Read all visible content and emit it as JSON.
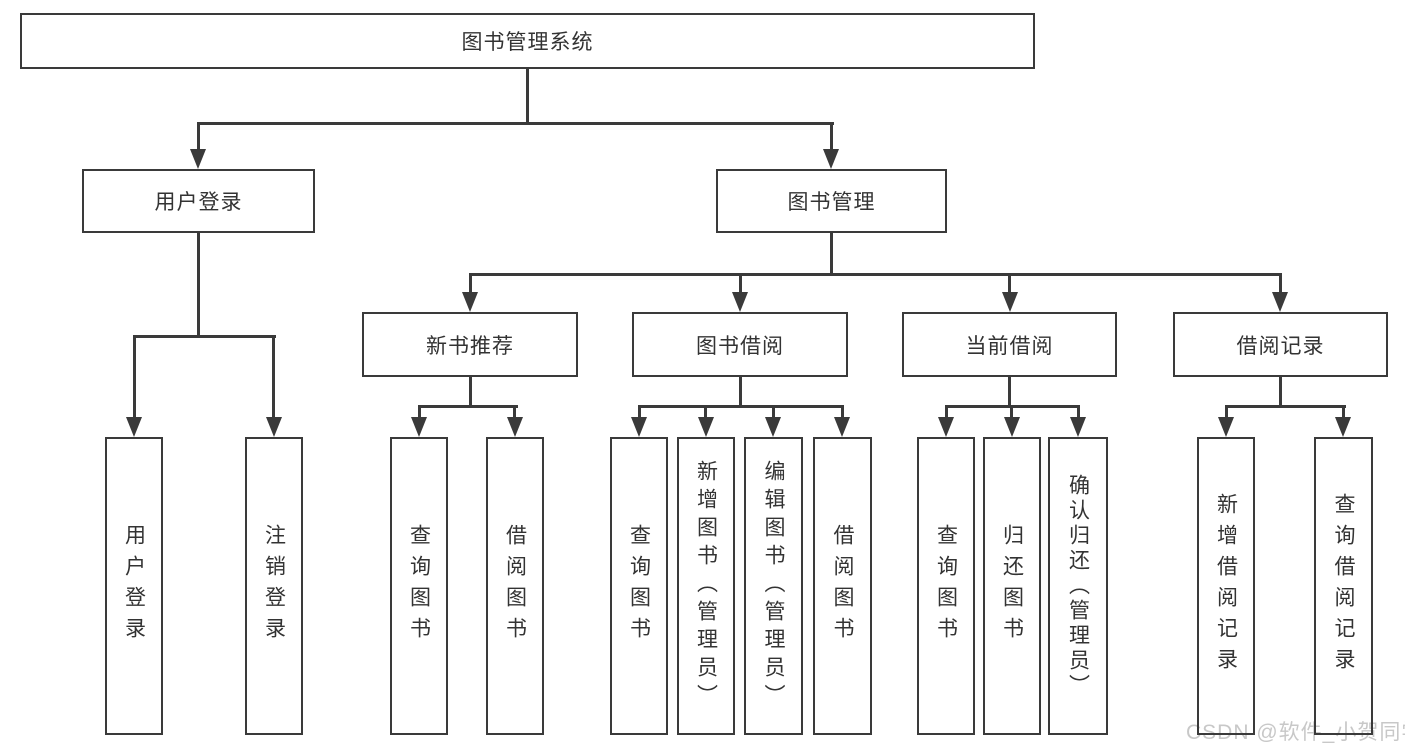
{
  "diagram": {
    "type": "hierarchy-diagram",
    "title": "图书管理系统"
  },
  "tree": {
    "label": "图书管理系统",
    "children": [
      {
        "label": "用户登录",
        "children": [
          {
            "label": "用户登录"
          },
          {
            "label": "注销登录"
          }
        ]
      },
      {
        "label": "图书管理",
        "children": [
          {
            "label": "新书推荐",
            "children": [
              {
                "label": "查询图书"
              },
              {
                "label": "借阅图书"
              }
            ]
          },
          {
            "label": "图书借阅",
            "children": [
              {
                "label": "查询图书"
              },
              {
                "label": "新增图书（管理员）"
              },
              {
                "label": "编辑图书（管理员）"
              },
              {
                "label": "借阅图书"
              }
            ]
          },
          {
            "label": "当前借阅",
            "children": [
              {
                "label": "查询图书"
              },
              {
                "label": "归还图书"
              },
              {
                "label": "确认归还（管理员）"
              }
            ]
          },
          {
            "label": "借阅记录",
            "children": [
              {
                "label": "新增借阅记录"
              },
              {
                "label": "查询借阅记录"
              }
            ]
          }
        ]
      }
    ]
  },
  "watermark": {
    "text": "CSDN @软件_小贺同学"
  },
  "colors": {
    "line": "#3a3a3a",
    "text": "#333333",
    "background": "#ffffff",
    "watermark": "#c8c8c8"
  }
}
